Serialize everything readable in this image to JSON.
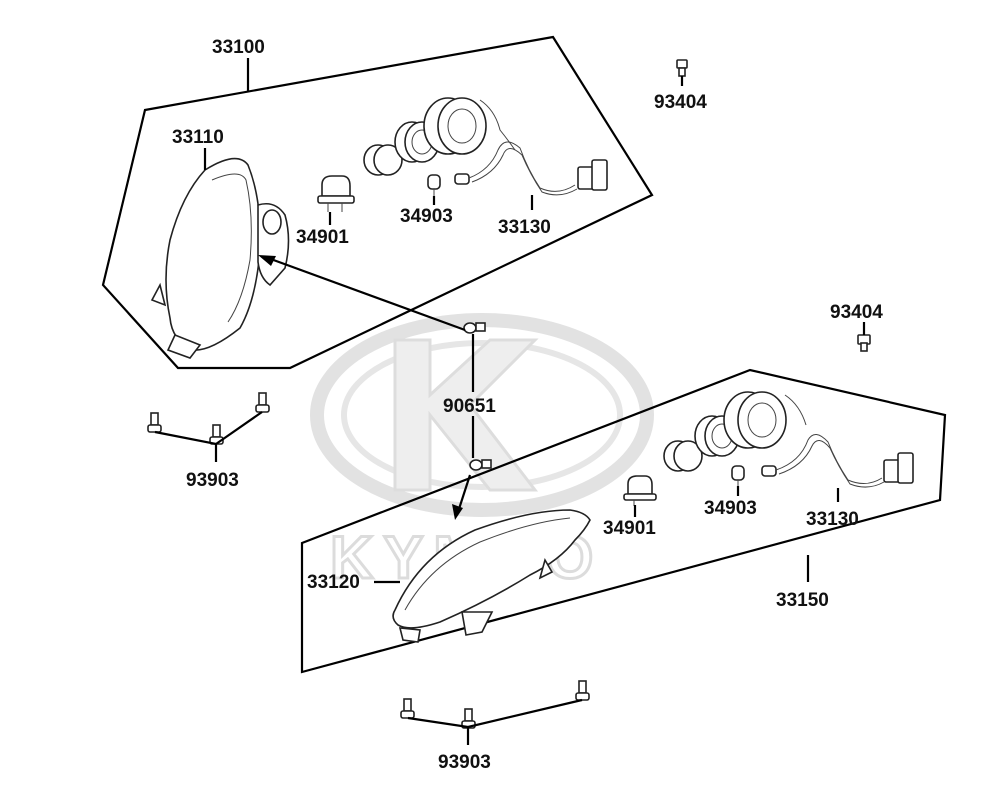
{
  "watermark": {
    "brand": "KYMCO"
  },
  "labels": {
    "assy_front_left": "33100",
    "lens_left": "33110",
    "bulb_left": "34901",
    "bulb_small_left": "34903",
    "harness_left": "33130",
    "screw_top_right": "93404",
    "screw_mid_right": "93404",
    "clip_center": "90651",
    "screws_left": "93903",
    "assy_right": "33150",
    "lens_right": "33120",
    "bulb_right": "34901",
    "bulb_small_right": "34903",
    "harness_right": "33130",
    "screws_bottom": "93903"
  }
}
